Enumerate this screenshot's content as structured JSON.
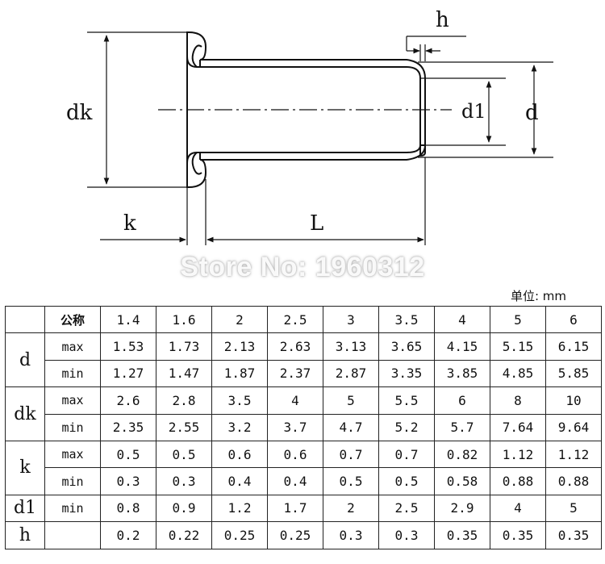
{
  "diagram": {
    "labels": {
      "dk": "dk",
      "k": "k",
      "L": "L",
      "h": "h",
      "d1": "d1",
      "d": "d"
    }
  },
  "watermark": "Store No: 1960312",
  "unit_label": "单位: mm",
  "table": {
    "nominal_label": "公称",
    "sizes": [
      "1.4",
      "1.6",
      "2",
      "2.5",
      "3",
      "3.5",
      "4",
      "5",
      "6"
    ],
    "groups": [
      {
        "label": "d",
        "rows": [
          {
            "sub": "max",
            "values": [
              "1.53",
              "1.73",
              "2.13",
              "2.63",
              "3.13",
              "3.65",
              "4.15",
              "5.15",
              "6.15"
            ]
          },
          {
            "sub": "min",
            "values": [
              "1.27",
              "1.47",
              "1.87",
              "2.37",
              "2.87",
              "3.35",
              "3.85",
              "4.85",
              "5.85"
            ]
          }
        ]
      },
      {
        "label": "dk",
        "rows": [
          {
            "sub": "max",
            "values": [
              "2.6",
              "2.8",
              "3.5",
              "4",
              "5",
              "5.5",
              "6",
              "8",
              "10"
            ]
          },
          {
            "sub": "min",
            "values": [
              "2.35",
              "2.55",
              "3.2",
              "3.7",
              "4.7",
              "5.2",
              "5.7",
              "7.64",
              "9.64"
            ]
          }
        ]
      },
      {
        "label": "k",
        "rows": [
          {
            "sub": "max",
            "values": [
              "0.5",
              "0.5",
              "0.6",
              "0.6",
              "0.7",
              "0.7",
              "0.82",
              "1.12",
              "1.12"
            ]
          },
          {
            "sub": "min",
            "values": [
              "0.3",
              "0.3",
              "0.4",
              "0.4",
              "0.5",
              "0.5",
              "0.58",
              "0.88",
              "0.88"
            ]
          }
        ]
      },
      {
        "label": "d1",
        "rows": [
          {
            "sub": "min",
            "values": [
              "0.8",
              "0.9",
              "1.2",
              "1.7",
              "2",
              "2.5",
              "2.9",
              "4",
              "5"
            ]
          }
        ]
      },
      {
        "label": "h",
        "rows": [
          {
            "sub": "",
            "values": [
              "0.2",
              "0.22",
              "0.25",
              "0.25",
              "0.3",
              "0.3",
              "0.35",
              "0.35",
              "0.35"
            ]
          }
        ]
      }
    ]
  }
}
